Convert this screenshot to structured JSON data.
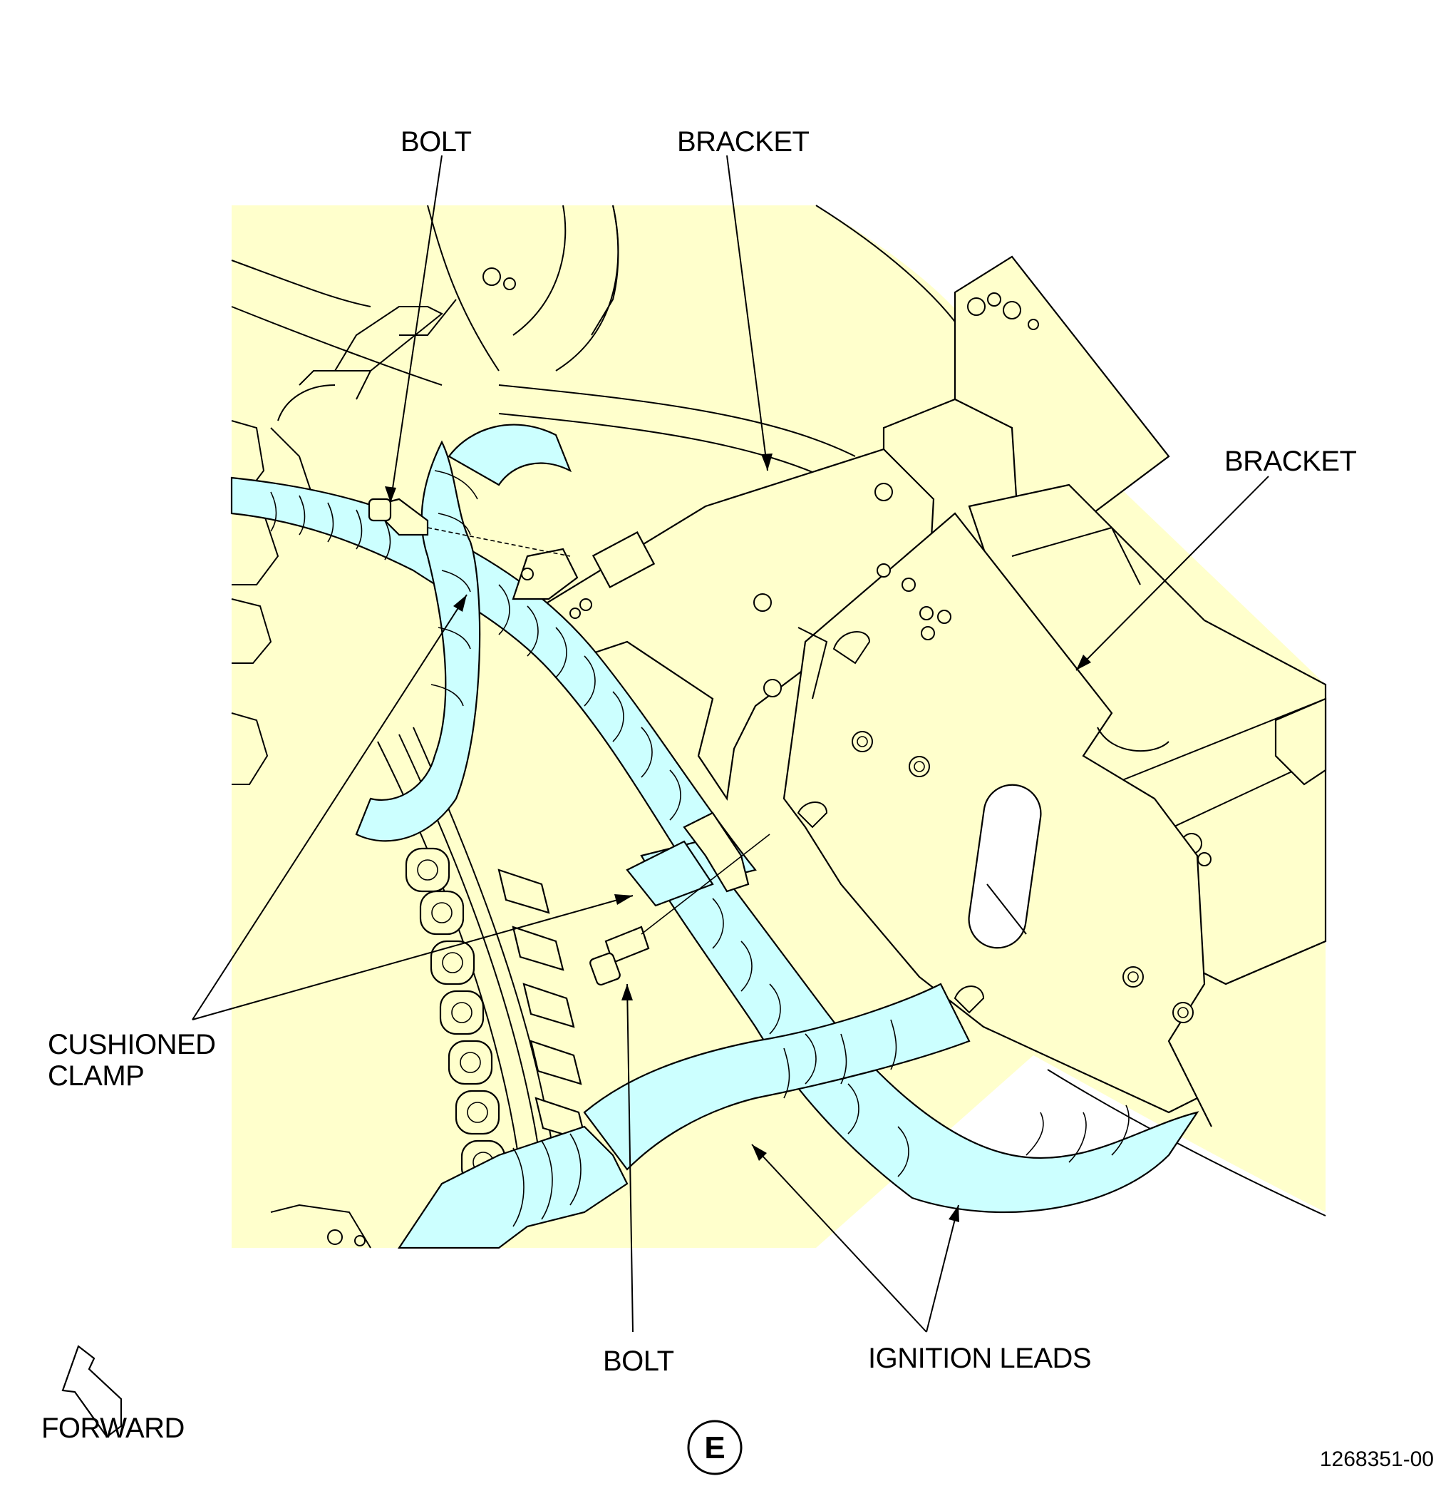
{
  "labels": {
    "bolt_top": "BOLT",
    "bracket_top": "BRACKET",
    "bracket_right": "BRACKET",
    "cushioned_clamp_line1": "CUSHIONED",
    "cushioned_clamp_line2": "CLAMP",
    "bolt_bottom": "BOLT",
    "ignition_leads": "IGNITION LEADS",
    "forward": "FORWARD",
    "view_letter": "E",
    "figure_number": "1268351-00"
  },
  "colors": {
    "part_fill": "#ffffcc",
    "hose_fill": "#ccffff",
    "line": "#000000",
    "background": "#ffffff"
  },
  "icons": {
    "forward_arrow": "forward-arrow-icon",
    "view_circle": "view-circle-icon"
  }
}
